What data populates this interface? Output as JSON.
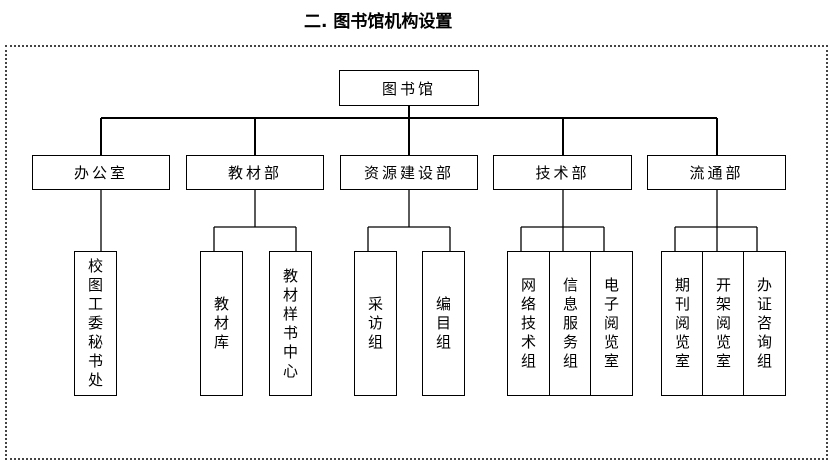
{
  "title": "二. 图书馆机构设置",
  "root": "图书馆",
  "departments": [
    {
      "name": "办公室",
      "units": [
        "校图工委秘书处"
      ]
    },
    {
      "name": "教材部",
      "units": [
        "教材库",
        "教材样书中心"
      ]
    },
    {
      "name": "资源建设部",
      "units": [
        "采访组",
        "编目组"
      ]
    },
    {
      "name": "技术部",
      "units": [
        "网络技术组",
        "信息服务组",
        "电子阅览室"
      ]
    },
    {
      "name": "流通部",
      "units": [
        "期刊阅览室",
        "开架阅览室",
        "办证咨询组"
      ]
    }
  ]
}
